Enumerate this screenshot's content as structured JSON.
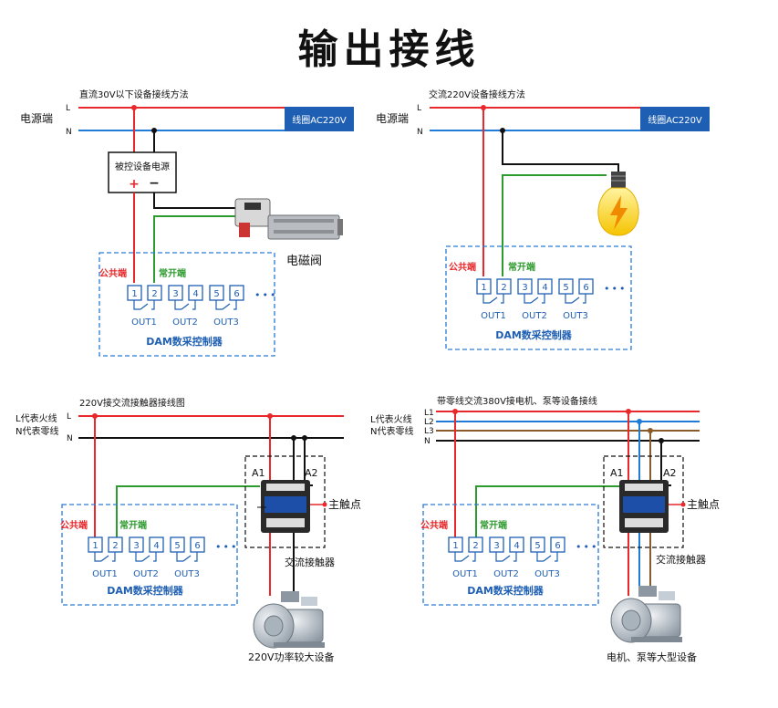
{
  "page": {
    "title": "输出接线"
  },
  "colors": {
    "live": "#e8282b",
    "neutral": "#1f7bd6",
    "ground": "#111111",
    "green": "#2e9b2e",
    "brown": "#8a5a2b",
    "blue_box": "#1e5fb3",
    "dash": "#2a7ad6",
    "common_text": "#e8282b",
    "no_text": "#2e9b2e"
  },
  "terminal_numbers": [
    "1",
    "2",
    "3",
    "4",
    "5",
    "6"
  ],
  "outputs": [
    "OUT1",
    "OUT2",
    "OUT3"
  ],
  "ellipsis": "•••",
  "common_label": "公共端",
  "no_label": "常开端",
  "controller_label": "DAM数采控制器",
  "coil_label": "线圈AC220V",
  "panels": {
    "p1": {
      "heading": "直流30V以下设备接线方法",
      "power_label": "电源端",
      "L": "L",
      "N": "N",
      "power_box_label": "被控设备电源",
      "plus": "+",
      "minus": "−",
      "device_label": "电磁阀"
    },
    "p2": {
      "heading": "交流220V设备接线方法",
      "power_label": "电源端",
      "L": "L",
      "N": "N"
    },
    "p3": {
      "heading": "220V接交流接触器接线图",
      "live_label": "L代表火线",
      "neutral_label": "N代表零线",
      "L": "L",
      "N": "N",
      "A1": "A1",
      "A2": "A2",
      "main_contact": "主触点",
      "contactor_label": "交流接触器",
      "device_label": "220V功率较大设备"
    },
    "p4": {
      "heading": "带零线交流380V接电机、泵等设备接线",
      "live_label": "L代表火线",
      "neutral_label": "N代表零线",
      "L1": "L1",
      "L2": "L2",
      "L3": "L3",
      "N": "N",
      "A1": "A1",
      "A2": "A2",
      "main_contact": "主触点",
      "contactor_label": "交流接触器",
      "device_label": "电机、泵等大型设备"
    }
  }
}
